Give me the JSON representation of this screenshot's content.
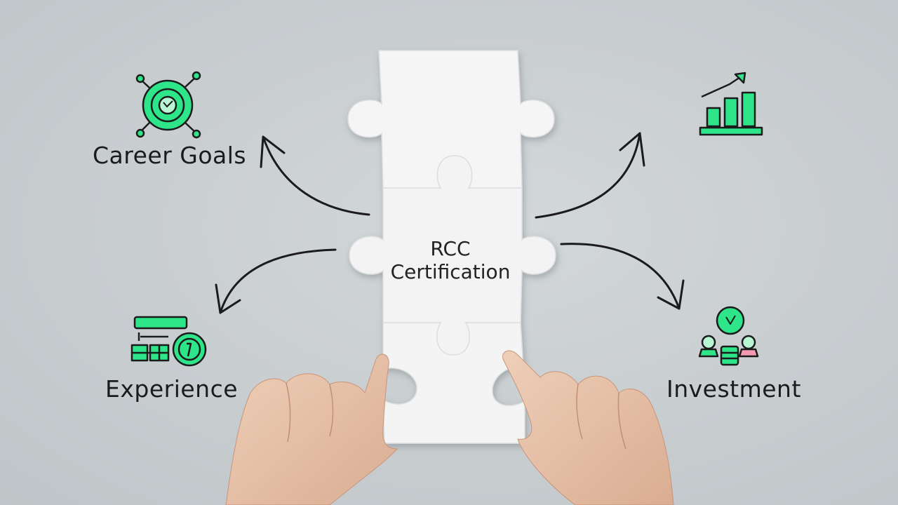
{
  "center": {
    "line1": "RCC",
    "line2": "Certification"
  },
  "branches": {
    "career_goals": "Career Goals",
    "experience": "Experience",
    "investment": "Investment"
  },
  "colors": {
    "accent_green": "#2ee58a",
    "ink": "#1b1b1b",
    "puzzle": "#f4f5f4",
    "background": "#c9ced1",
    "skin": "#e4bfa6"
  },
  "icons": [
    "target-icon",
    "bar-chart-icon",
    "finance-icon",
    "investor-group-icon"
  ]
}
